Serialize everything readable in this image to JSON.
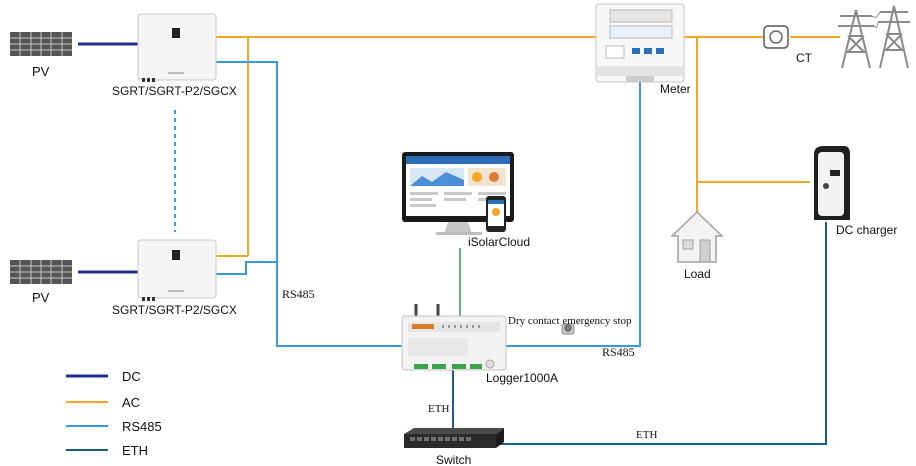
{
  "labels": {
    "pv_top": "PV",
    "pv_bottom": "PV",
    "inverter_top": "SGRT/SGRT-P2/SGCX",
    "inverter_bottom": "SGRT/SGRT-P2/SGCX",
    "meter": "Meter",
    "ct": "CT",
    "isolarcloud": "iSolarCloud",
    "load": "Load",
    "dc_charger": "DC charger",
    "logger": "Logger1000A",
    "dry_contact": "Dry contact emergency stop",
    "rs485_left": "RS485",
    "rs485_right": "RS485",
    "eth_vertical": "ETH",
    "eth_bottom": "ETH",
    "switch": "Switch"
  },
  "legend": [
    {
      "label": "DC",
      "color": "#1f2f8a"
    },
    {
      "label": "AC",
      "color": "#f5a623"
    },
    {
      "label": "RS485",
      "color": "#3a9ad9"
    },
    {
      "label": "ETH",
      "color": "#1d5f82"
    }
  ],
  "colors": {
    "dc": "#1f2f8a",
    "ac": "#f5a623",
    "rs485": "#3a9ad9",
    "eth": "#1d5f82",
    "cloud_link": "#2e9e4f"
  }
}
